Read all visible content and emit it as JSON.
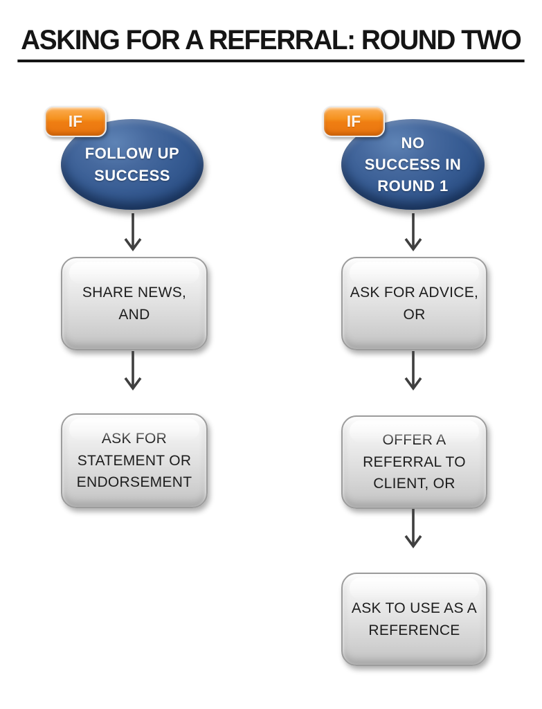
{
  "title": "ASKING FOR A REFERRAL: ROUND TWO",
  "colors": {
    "badge_orange": "#EF7E12",
    "ellipse_blue": "#35598E",
    "box_gray": "#D9D9D9",
    "arrow_gray": "#3F3F3F",
    "title_black": "#151515"
  },
  "flow": {
    "left": {
      "if_label": "IF",
      "condition_lines": [
        "FOLLOW UP",
        "SUCCESS"
      ],
      "steps": [
        {
          "lines": [
            "SHARE NEWS,",
            "AND"
          ]
        },
        {
          "lines": [
            "ASK FOR",
            "STATEMENT OR",
            "ENDORSEMENT"
          ]
        }
      ]
    },
    "right": {
      "if_label": "IF",
      "condition_lines": [
        "NO",
        "SUCCESS IN",
        "ROUND 1"
      ],
      "steps": [
        {
          "lines": [
            "ASK FOR ADVICE,",
            "OR"
          ]
        },
        {
          "lines": [
            "OFFER A",
            "REFERRAL TO",
            "CLIENT, OR"
          ]
        },
        {
          "lines": [
            "ASK TO USE AS A",
            "REFERENCE"
          ]
        }
      ]
    }
  }
}
